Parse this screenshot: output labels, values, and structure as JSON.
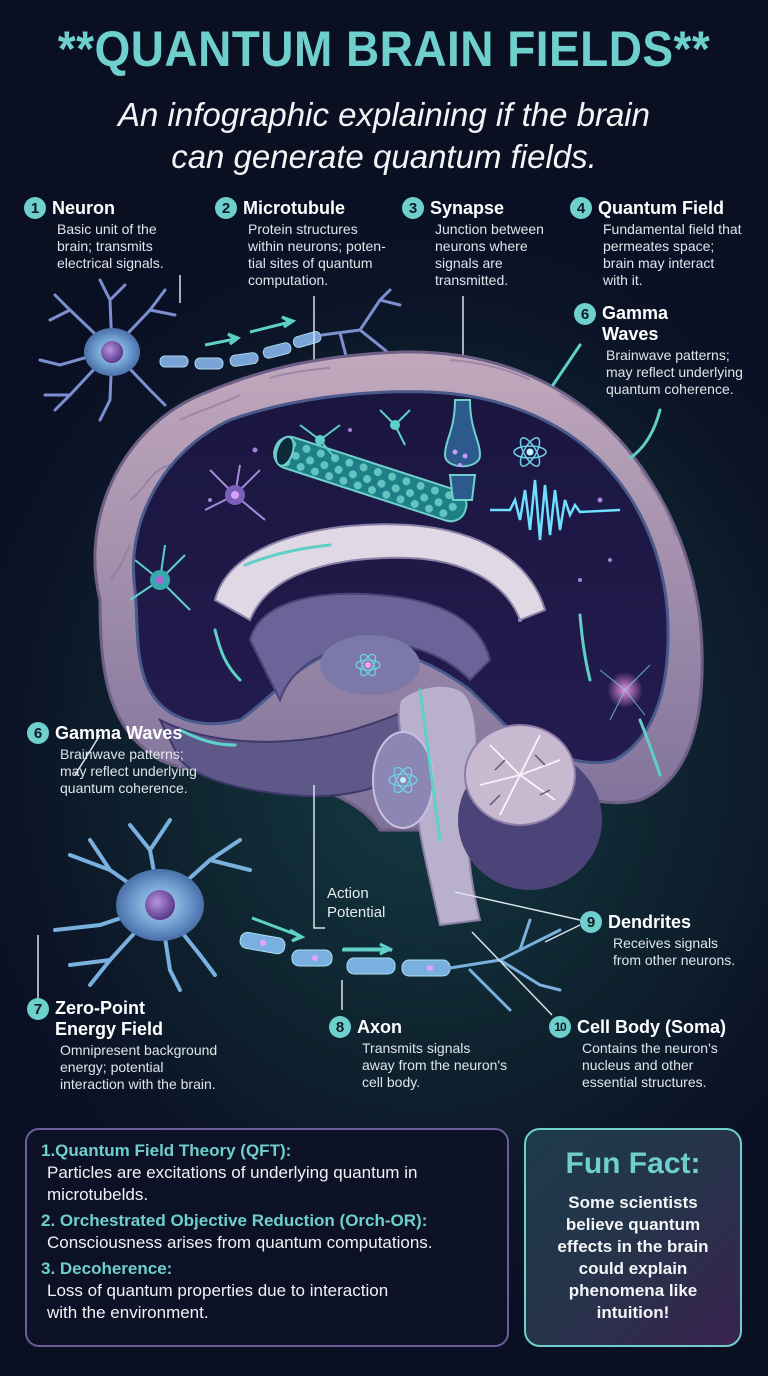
{
  "header": {
    "title": "**QUANTUM BRAIN FIELDS**",
    "subtitle_line1": "An infographic explaining if the brain",
    "subtitle_line2": "can generate quantum fields."
  },
  "labels": [
    {
      "number": "1",
      "name": "Neuron",
      "description": [
        "Basic unit of the",
        "brain; transmits",
        "electrical signals."
      ]
    },
    {
      "number": "2",
      "name": "Microtubule",
      "description": [
        "Protein structures",
        "within neurons; poten-",
        "tial sites of quantum",
        "computation."
      ]
    },
    {
      "number": "3",
      "name": "Synapse",
      "description": [
        "Junction between",
        "neurons where",
        "signals are",
        "transmitted."
      ]
    },
    {
      "number": "4",
      "name": "Quantum Field",
      "description": [
        "Fundamental field that",
        "permeates space;",
        "brain may interact",
        "with it."
      ]
    },
    {
      "number": "6",
      "name": "Gamma Waves",
      "name_lines": [
        "Gamma",
        "Waves"
      ],
      "description": [
        "Brainwave patterns;",
        "may reflect underlying",
        "quantum coherence."
      ]
    },
    {
      "number": "6",
      "name": "Gamma Waves",
      "description": [
        "Brainwave patterns;",
        "may reflect underlying",
        "quantum coherence."
      ]
    },
    {
      "number": "7",
      "name": "Zero-Point Energy Field",
      "name_lines": [
        "Zero-Point",
        "Energy Field"
      ],
      "description": [
        "Omnipresent background",
        "energy; potential",
        "interaction with the brain."
      ]
    },
    {
      "number": "8",
      "name": "Axon",
      "description": [
        "Transmits signals",
        "away from the neuron's",
        "cell body."
      ]
    },
    {
      "number": "9",
      "name": "Dendrites",
      "description": [
        "Receives signals",
        "from other neurons."
      ]
    },
    {
      "number": "10",
      "name": "Cell Body (Soma)",
      "description": [
        "Contains the neuron's",
        "nucleus and other",
        "essential structures."
      ]
    }
  ],
  "annotations": {
    "action_potential": [
      "Action",
      "Potential"
    ]
  },
  "theories": [
    {
      "title": "1.Quantum Field Theory (QFT):",
      "description": [
        "Particles are excitations of underlying quantum in",
        "microtubelds."
      ]
    },
    {
      "title": "2. Orchestrated Objective Reduction (Orch-OR):",
      "description": [
        "Consciousness arises from quantum computations."
      ]
    },
    {
      "title": "3. Decoherence:",
      "description": [
        "Loss of quantum properties due to interaction",
        "with the environment."
      ]
    }
  ],
  "fun_fact": {
    "title": "Fun Fact:",
    "lines": [
      "Some scientists",
      "believe quantum",
      "effects in the brain",
      "could explain",
      "phenomena like",
      "intuition!"
    ]
  },
  "colors": {
    "accent_teal": "#6fcfcc",
    "background_navy": "#0a0f22",
    "brain_outer": "#b5a0b8",
    "brain_inner": "#6a6490",
    "neuron_blue": "#7fb4e0",
    "theory_border": "#6a5d98"
  }
}
